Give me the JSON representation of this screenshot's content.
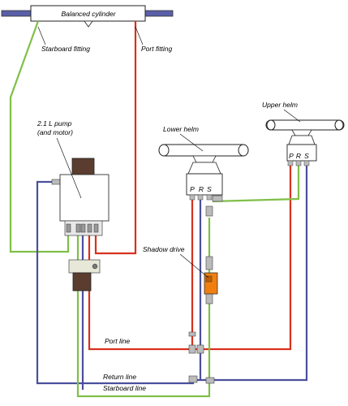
{
  "diagram": {
    "components": {
      "cylinder": "Balanced cylinder",
      "pump_line1": "2.1 L pump",
      "pump_line2": "(and motor)",
      "lower_helm": "Lower helm",
      "upper_helm": "Upper helm",
      "shadow_drive": "Shadow drive"
    },
    "fittings": {
      "starboard": "Starboard fitting",
      "port": "Port fitting"
    },
    "lines": {
      "port": "Port line",
      "return": "Return line",
      "starboard": "Starboard line"
    },
    "ports": [
      "P",
      "R",
      "S"
    ],
    "colors": {
      "port_line": "#d8311e",
      "return_line": "#4b4f9c",
      "starboard_line": "#80bf49",
      "shadow_drive": "#f07f10",
      "cylinder_rod": "#5a5fa8",
      "pump_body": "#5a3d2e"
    }
  }
}
